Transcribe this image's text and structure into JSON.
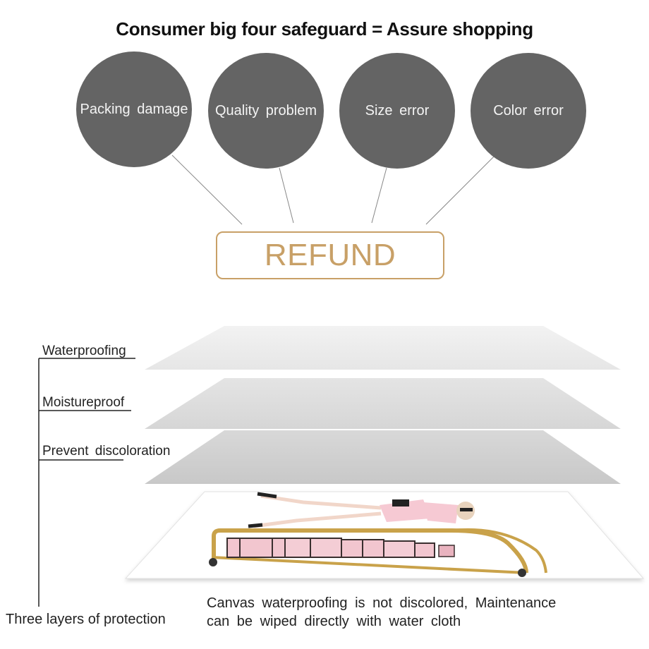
{
  "heading": "Consumer big four safeguard = Assure shopping",
  "issues": [
    {
      "label": "Packing  damage"
    },
    {
      "label": "Quality  problem"
    },
    {
      "label": "Size  error"
    },
    {
      "label": "Color  error"
    }
  ],
  "refund_label": "REFUND",
  "layers": [
    {
      "label": "Waterproofing"
    },
    {
      "label": "Moistureproof"
    },
    {
      "label": "Prevent  discoloration"
    }
  ],
  "protection_label": "Three layers of protection",
  "description": {
    "line1": "Canvas waterproofing is not discolored, Maintenance",
    "line2": "can be wiped directly with water cloth"
  },
  "colors": {
    "circle": "#646464",
    "accent_gold": "#c8a067",
    "layer_light": "#ececec",
    "layer_mid": "#dcdcdc",
    "layer_dark": "#cfcfcf",
    "canvas_pink": "#f2c6cf"
  }
}
